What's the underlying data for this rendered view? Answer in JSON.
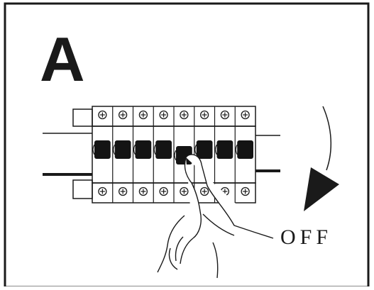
{
  "panel": {
    "label": "A",
    "action_text": "OFF"
  },
  "breaker_panel": {
    "module_count": 8,
    "switched_module": 5
  },
  "icons": [
    "screw-terminal-icon",
    "toggle-lever-icon",
    "rotation-arrow-icon",
    "hand-icon"
  ],
  "colors": {
    "line": "#1a1a1a",
    "background": "#ffffff",
    "lever": "#141414"
  }
}
